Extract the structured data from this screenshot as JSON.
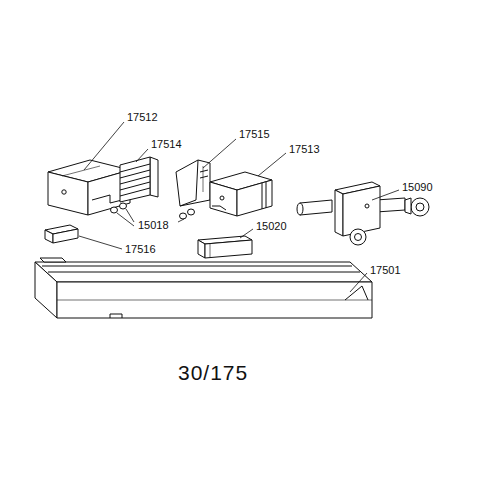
{
  "diagram": {
    "caption": "30/175",
    "labels": [
      "17512",
      "17514",
      "17515",
      "17513",
      "15090",
      "15018",
      "15020",
      "17516",
      "17501"
    ]
  }
}
